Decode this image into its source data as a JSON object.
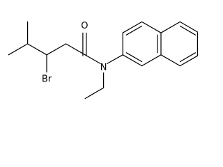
{
  "atoms": {
    "oxygen": "O",
    "nitrogen": "N",
    "bromine": "Br"
  }
}
